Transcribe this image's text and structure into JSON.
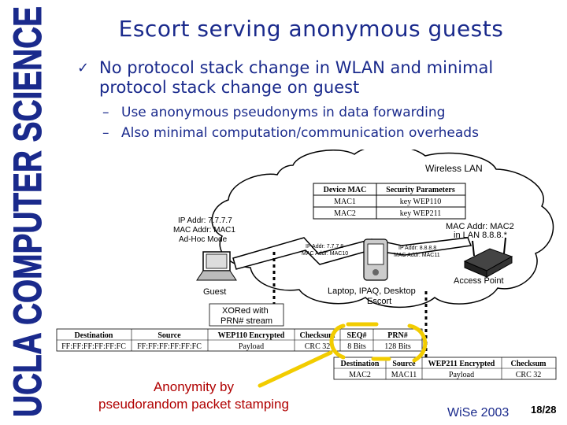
{
  "banner": {
    "text": "UCLA COMPUTER SCIENCE"
  },
  "title": "Escort serving anonymous guests",
  "bullet": {
    "check": "✓",
    "text": "No protocol stack change in WLAN and minimal protocol stack change on guest"
  },
  "subbullets": [
    {
      "dash": "–",
      "text": "Use anonymous pseudonyms in data forwarding"
    },
    {
      "dash": "–",
      "text": "Also minimal computation/communication overheads"
    }
  ],
  "diagram": {
    "wlan_label": "Wireless LAN",
    "security_table": {
      "headers": [
        "Device MAC",
        "Security Parameters"
      ],
      "rows": [
        [
          "MAC1",
          "key WEP110"
        ],
        [
          "MAC2",
          "key WEP211"
        ]
      ]
    },
    "guest_info": [
      "IP Addr: 7.7.7.7",
      "MAC Addr: MAC1",
      "Ad-Hoc Mode"
    ],
    "link_left": [
      "IP Addr: 7.7.7.8",
      "MAC Addr: MAC10"
    ],
    "link_right": [
      "IP Addr: 8.8.8.8",
      "MAC Addr: MAC11"
    ],
    "ap_info": [
      "MAC Addr: MAC2",
      "in LAN 8.8.8.*"
    ],
    "guest_label": "Guest",
    "escort_label": [
      "Laptop, IPAQ, Desktop",
      "Escort"
    ],
    "ap_label": "Access Point",
    "xor_label": [
      "XORed with",
      "PRN# stream"
    ],
    "packet1": {
      "headers": [
        "Destination",
        "Source",
        "WEP110 Encrypted",
        "Checksum",
        "SEQ#",
        "PRN#"
      ],
      "values": [
        "FF:FF:FF:FF:FF:FC",
        "FF:FF:FF:FF:FF:FC",
        "Payload",
        "CRC 32",
        "8 Bits",
        "128 Bits"
      ]
    },
    "packet2": {
      "headers": [
        "Destination",
        "Source",
        "WEP211 Encrypted",
        "Checksum"
      ],
      "values": [
        "MAC2",
        "MAC11",
        "Payload",
        "CRC 32"
      ]
    }
  },
  "caption": [
    "Anonymity by",
    "pseudorandom packet stamping"
  ],
  "footer": "WiSe 2003",
  "page": "18/28",
  "colors": {
    "title": "#1a2a8c",
    "banner": "#1a2a8c",
    "accent_yellow": "#f2cc00",
    "caption": "#b00000"
  }
}
